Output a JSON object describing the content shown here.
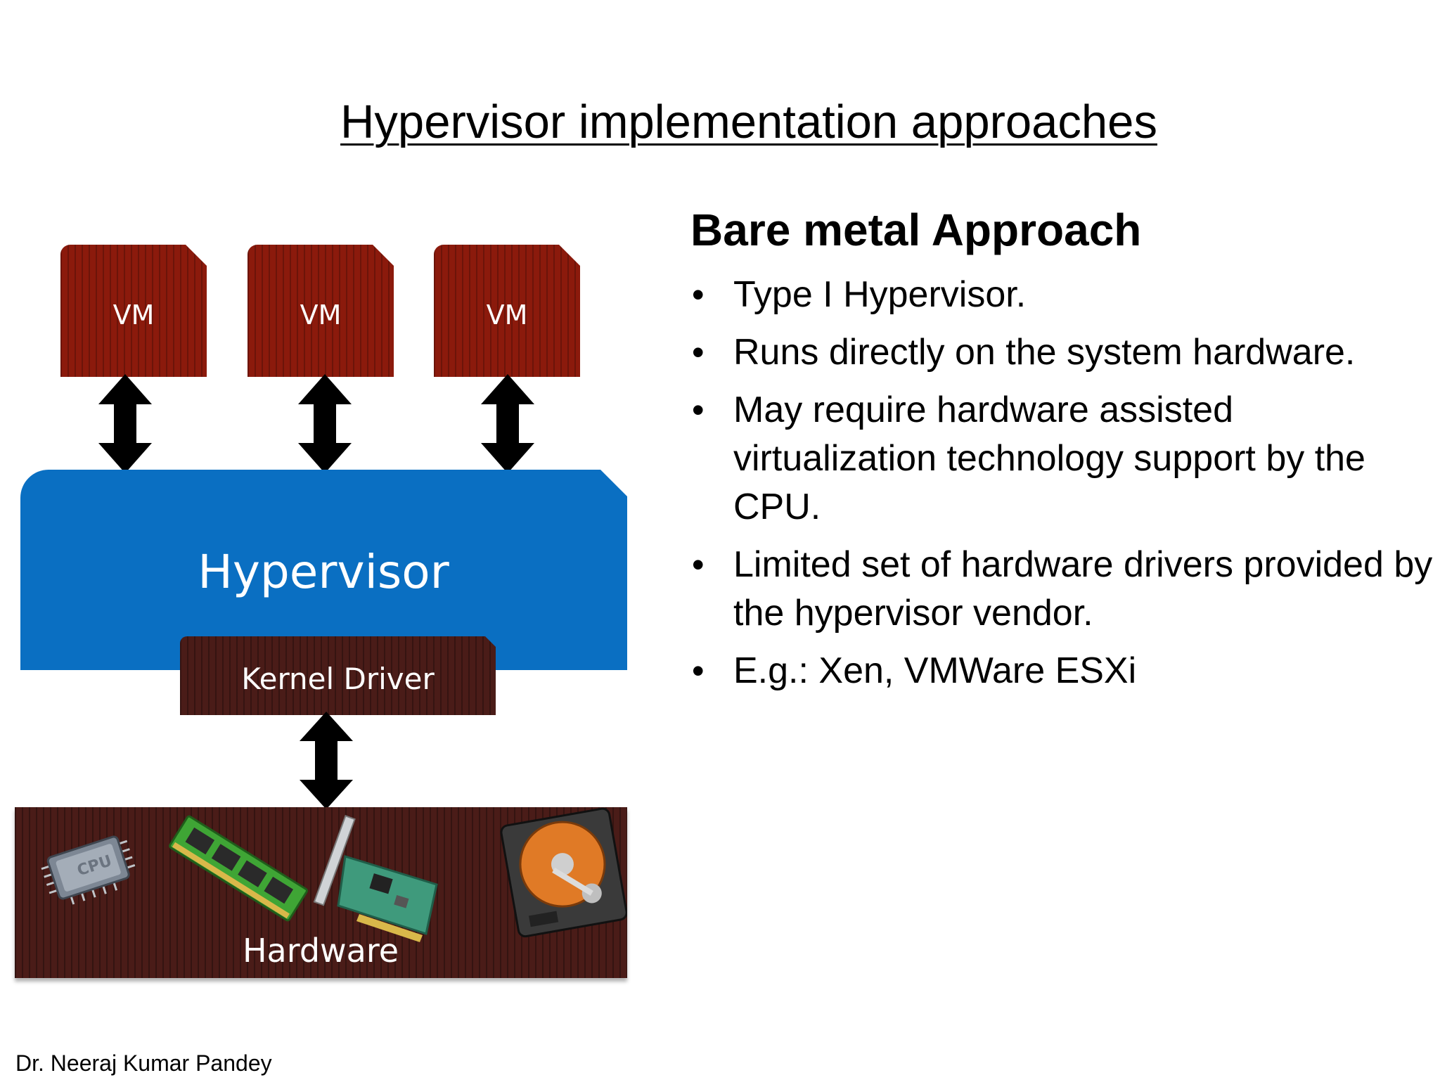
{
  "slide": {
    "title": "Hypervisor implementation approaches",
    "author": "Dr. Neeraj Kumar Pandey"
  },
  "diagram": {
    "vms": [
      {
        "label": "VM"
      },
      {
        "label": "VM"
      },
      {
        "label": "VM"
      }
    ],
    "hypervisor_label": "Hypervisor",
    "kernel_driver_label": "Kernel Driver",
    "hardware_label": "Hardware",
    "hardware_icons": [
      "cpu-chip-icon",
      "ram-module-icon",
      "network-card-icon",
      "hard-drive-icon"
    ],
    "cpu_chip_text": "CPU",
    "colors": {
      "vm": "#8b1a0c",
      "hypervisor": "#0a6fc2",
      "kernel_driver": "#4a1c18",
      "hardware": "#4a1c18",
      "arrow": "#000000"
    }
  },
  "content": {
    "heading": "Bare metal Approach",
    "bullets": [
      "Type I Hypervisor.",
      "Runs directly on the system hardware.",
      "May require hardware assisted virtualization technology support by the CPU.",
      "Limited set of hardware drivers provided by the hypervisor vendor.",
      "E.g.: Xen, VMWare ESXi"
    ]
  }
}
